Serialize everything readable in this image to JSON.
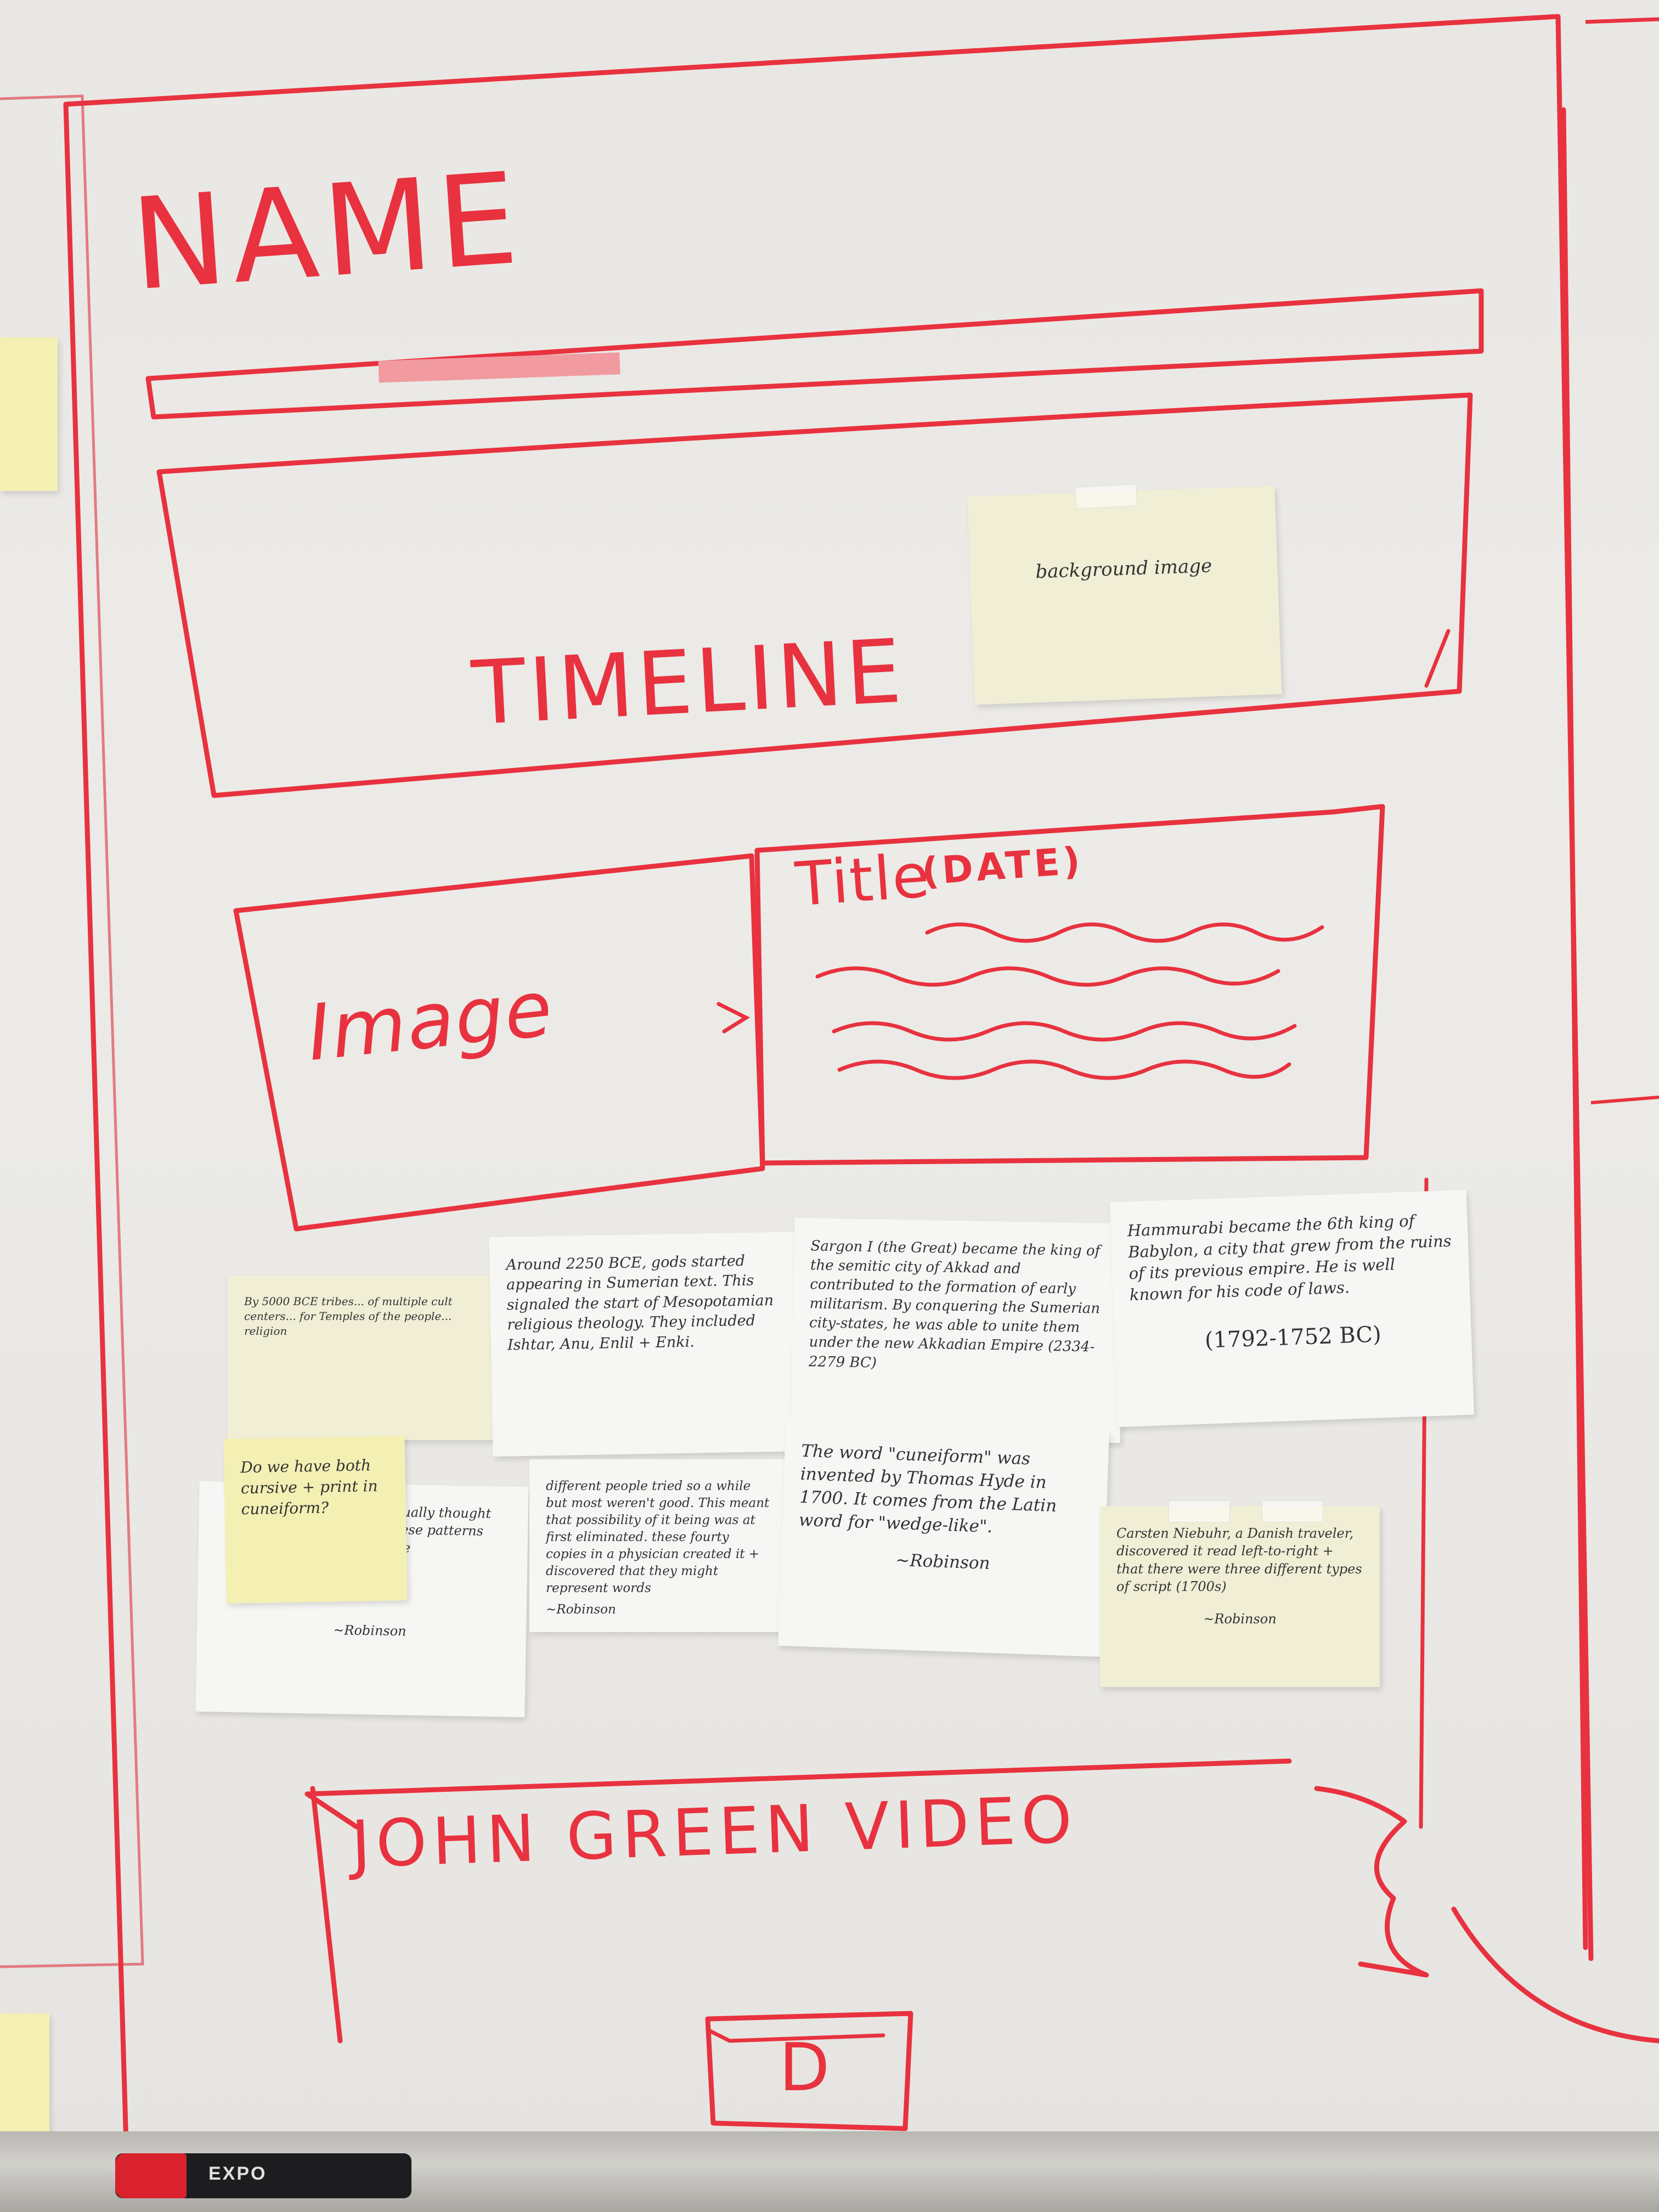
{
  "board": {
    "heading": "NAME",
    "banner_label": "TIMELINE",
    "banner_note": "background image",
    "entry_image_label": "Image",
    "entry_title_label": "Title",
    "entry_date_label": "(DATE)",
    "video_label": "JOHN GREEN VIDEO",
    "play_glyph": "D"
  },
  "notes": [
    {
      "text": "By 5000 BCE tribes... of multiple cult centers... for Temples of the people... religion",
      "signature": ""
    },
    {
      "text": "Around 2250 BCE, gods started appearing in Sumerian text. This signaled the start of Mesopotamian religious theology. They included Ishtar, Anu, Enlil + Enki.",
      "signature": ""
    },
    {
      "text": "Sargon I (the Great) became the king of the semitic city of Akkad and contributed to the formation of early militarism. By conquering the Sumerian city-states, he was able to unite them under the new Akkadian Empire (2334-2279 BC)",
      "signature": ""
    },
    {
      "text": "Hammurabi became the 6th king of Babylon, a city that grew from the ruins of its previous empire. He is well known for his code of laws.",
      "date": "(1792-1752 BC)",
      "signature": ""
    },
    {
      "text": "Do we have both cursive + print in cuneiform?",
      "signature": ""
    },
    {
      "text": "...usually thought ...these patterns made",
      "signature": "~Robinson"
    },
    {
      "text": "different people tried so a while but most weren't good. This meant that possibility of it being was at first eliminated. these fourty copies in a physician created it + discovered that they might represent words",
      "signature": "~Robinson"
    },
    {
      "text": "The word \"cuneiform\" was invented by Thomas Hyde in 1700. It comes from the Latin word for \"wedge-like\".",
      "signature": "~Robinson"
    },
    {
      "text": "Carsten Niebuhr, a Danish traveler, discovered it read left-to-right + that there were three different types of script (1700s)",
      "signature": "~Robinson"
    }
  ],
  "tray": {
    "marker_label": "EXPO"
  },
  "colors": {
    "marker": "#e8323f",
    "board": "#eae8e4"
  }
}
